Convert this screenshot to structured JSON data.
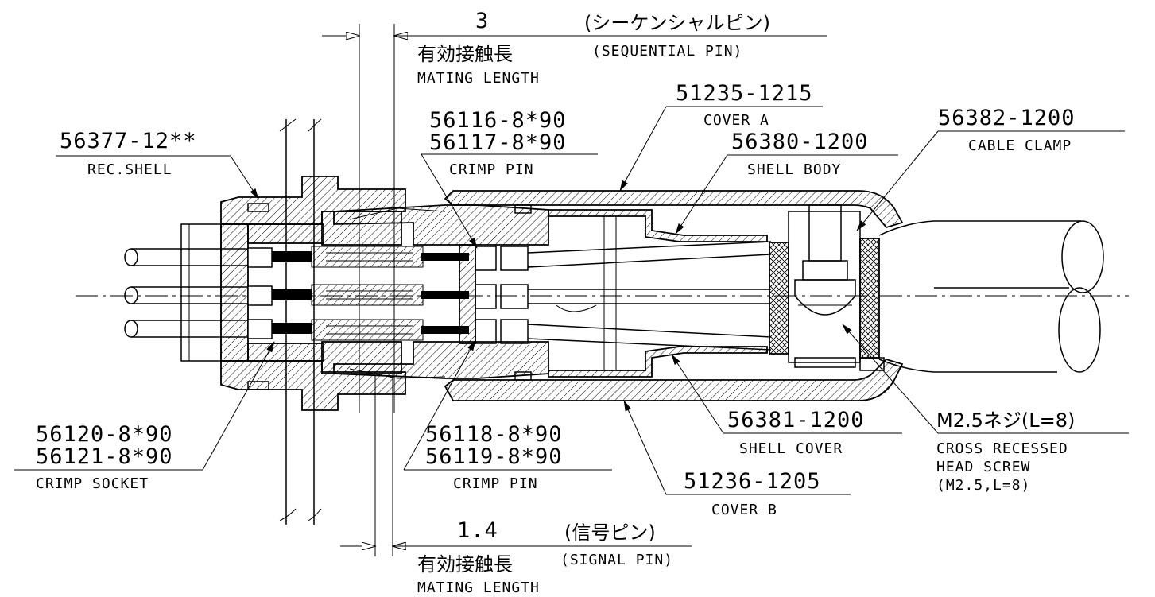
{
  "mating_top": {
    "dim": "3",
    "jp_type": "(シーケンシャルピン)",
    "en_type": "(SEQUENTIAL PIN)",
    "jp_label": "有効接触長",
    "en_label": "MATING LENGTH"
  },
  "mating_bottom": {
    "dim": "1.4",
    "jp_type": "(信号ピン)",
    "en_type": "(SIGNAL PIN)",
    "jp_label": "有効接触長",
    "en_label": "MATING LENGTH"
  },
  "callouts": {
    "rec_shell": {
      "part": "56377-12**",
      "name": "REC.SHELL"
    },
    "crimp_pin_top": {
      "part1": "56116-8*90",
      "part2": "56117-8*90",
      "name": "CRIMP PIN"
    },
    "cover_a": {
      "part": "51235-1215",
      "name": "COVER A"
    },
    "shell_body": {
      "part": "56380-1200",
      "name": "SHELL BODY"
    },
    "cable_clamp": {
      "part": "56382-1200",
      "name": "CABLE CLAMP"
    },
    "crimp_socket": {
      "part1": "56120-8*90",
      "part2": "56121-8*90",
      "name": "CRIMP SOCKET"
    },
    "crimp_pin_bottom": {
      "part1": "56118-8*90",
      "part2": "56119-8*90",
      "name": "CRIMP PIN"
    },
    "shell_cover": {
      "part": "56381-1200",
      "name": "SHELL COVER"
    },
    "cover_b": {
      "part": "51236-1205",
      "name": "COVER B"
    },
    "screw": {
      "part": "M2.5ネジ(L=8)",
      "line1": "CROSS RECESSED",
      "line2": "HEAD SCREW",
      "line3": "(M2.5,L=8)"
    }
  }
}
